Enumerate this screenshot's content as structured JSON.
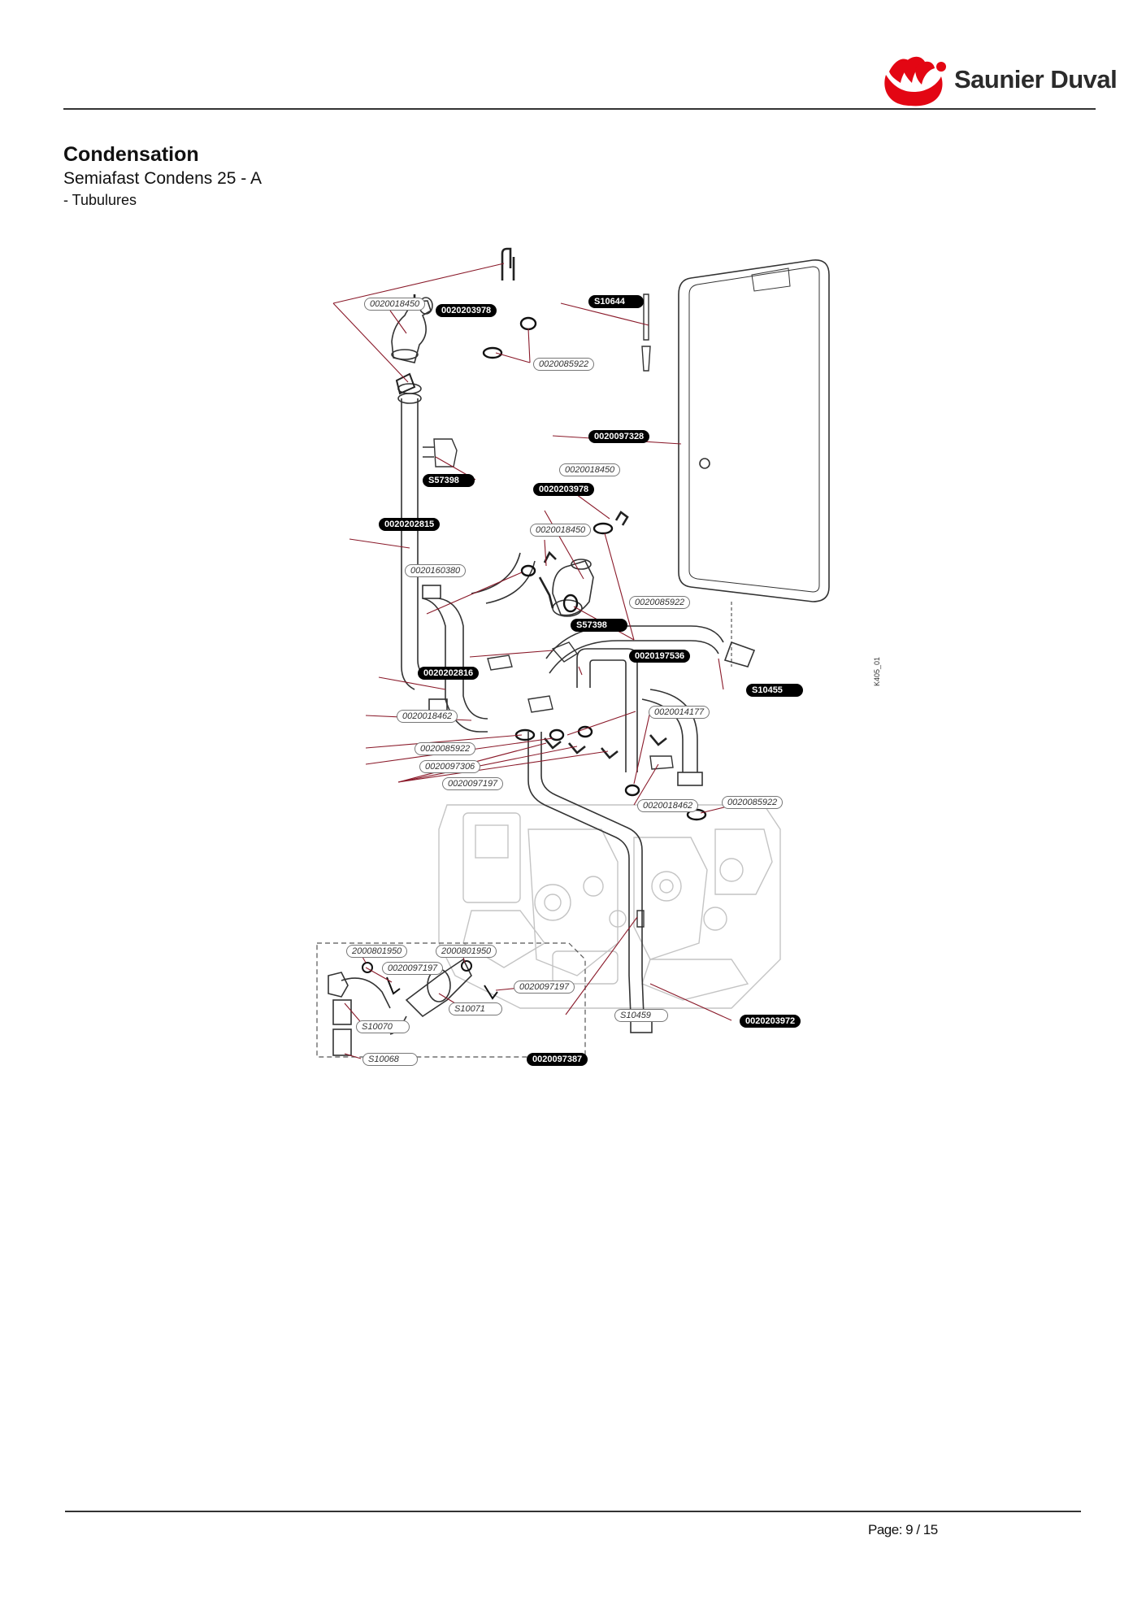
{
  "header": {
    "brand_name": "Saunier Duval",
    "brand_color": "#e30613"
  },
  "document": {
    "title": "Condensation",
    "subtitle": "Semiafast Condens 25 - A",
    "section": "- Tubulures"
  },
  "diagram": {
    "reference": "K405_01",
    "labels": [
      {
        "id": "l01",
        "text": "0020018450",
        "style": "outline"
      },
      {
        "id": "l02",
        "text": "0020203978",
        "style": "filled"
      },
      {
        "id": "l03",
        "text": "S10644",
        "style": "filled"
      },
      {
        "id": "l04",
        "text": "0020085922",
        "style": "outline"
      },
      {
        "id": "l05",
        "text": "0020097328",
        "style": "filled"
      },
      {
        "id": "l06",
        "text": "0020018450",
        "style": "outline"
      },
      {
        "id": "l07",
        "text": "S57398",
        "style": "filled"
      },
      {
        "id": "l08",
        "text": "0020203978",
        "style": "filled"
      },
      {
        "id": "l09",
        "text": "0020202815",
        "style": "filled"
      },
      {
        "id": "l10",
        "text": "0020018450",
        "style": "outline"
      },
      {
        "id": "l11",
        "text": "0020160380",
        "style": "outline"
      },
      {
        "id": "l12",
        "text": "0020085922",
        "style": "outline"
      },
      {
        "id": "l13",
        "text": "S57398",
        "style": "filled"
      },
      {
        "id": "l14",
        "text": "0020197536",
        "style": "filled"
      },
      {
        "id": "l15",
        "text": "0020202816",
        "style": "filled"
      },
      {
        "id": "l16",
        "text": "S10455",
        "style": "filled"
      },
      {
        "id": "l17",
        "text": "0020014177",
        "style": "outline"
      },
      {
        "id": "l18",
        "text": "0020018462",
        "style": "outline"
      },
      {
        "id": "l19",
        "text": "0020085922",
        "style": "outline"
      },
      {
        "id": "l20",
        "text": "0020097306",
        "style": "outline"
      },
      {
        "id": "l21",
        "text": "0020097197",
        "style": "outline"
      },
      {
        "id": "l22",
        "text": "0020018462",
        "style": "outline"
      },
      {
        "id": "l23",
        "text": "0020085922",
        "style": "outline"
      },
      {
        "id": "l24",
        "text": "2000801950",
        "style": "outline"
      },
      {
        "id": "l25",
        "text": "2000801950",
        "style": "outline"
      },
      {
        "id": "l26",
        "text": "0020097197",
        "style": "outline"
      },
      {
        "id": "l27",
        "text": "0020097197",
        "style": "outline"
      },
      {
        "id": "l28",
        "text": "S10071",
        "style": "outline"
      },
      {
        "id": "l29",
        "text": "S10459",
        "style": "outline"
      },
      {
        "id": "l30",
        "text": "0020203972",
        "style": "filled"
      },
      {
        "id": "l31",
        "text": "S10070",
        "style": "outline"
      },
      {
        "id": "l32",
        "text": "S10068",
        "style": "outline"
      },
      {
        "id": "l33",
        "text": "0020097387",
        "style": "filled"
      }
    ]
  },
  "footer": {
    "page_label": "Page: 9 / 15"
  }
}
